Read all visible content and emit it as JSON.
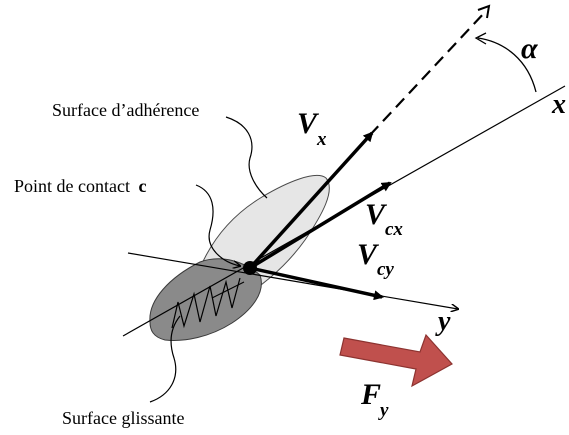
{
  "labels": {
    "adhesion_surface": "Surface d’adhérence",
    "contact_point": "Point de contact",
    "contact_point_symbol": "c",
    "sliding_surface": "Surface glissante",
    "alpha": "α",
    "x_axis": "x",
    "y_axis": "y",
    "vx_main": "V",
    "vx_sub": "x",
    "vcx_main": "V",
    "vcx_sub": "cx",
    "vcy_main": "V",
    "vcy_sub": "cy",
    "fy_main": "F",
    "fy_sub": "y"
  },
  "colors": {
    "adhesion_fill": "#e6e6e6",
    "sliding_fill": "#8a8a8a",
    "force_arrow_fill": "#c0504d",
    "force_arrow_stroke": "#8c3330",
    "line": "#000000"
  }
}
